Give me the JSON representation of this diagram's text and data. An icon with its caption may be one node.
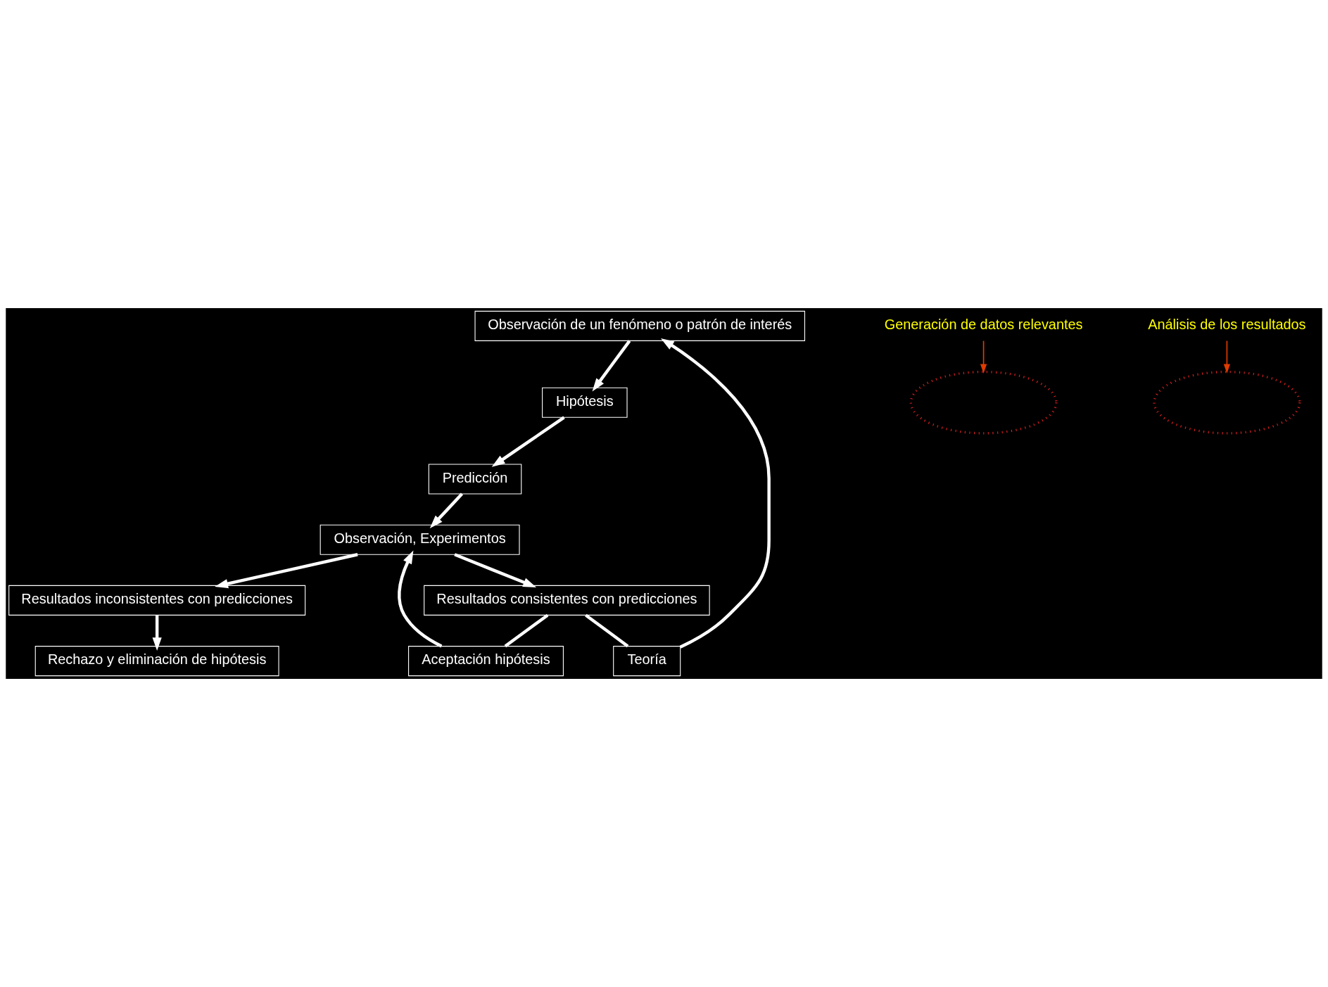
{
  "diagram": {
    "nodes": [
      {
        "text": [
          "Observación de un fenómeno o patrón de interés"
        ]
      },
      {
        "text": [
          "Generación de datos relevantes"
        ]
      },
      {
        "text": [
          "Hipótesis"
        ]
      },
      {
        "text": [
          "Análisis de los resultados"
        ]
      },
      {
        "text": [
          "Predicción"
        ]
      },
      {
        "text": [
          "Teoría"
        ]
      },
      {
        "text": [],
        "shape": "ellipse"
      },
      {
        "text": [
          "Observación, Experimentos"
        ]
      },
      {
        "text": [
          "Rechazo y eliminación de hipótesis"
        ]
      },
      {
        "text": [
          "Aceptación hipótesis"
        ]
      },
      {
        "text": [],
        "shape": "ellipse"
      },
      {
        "text": [
          "Resultados inconsistentes con predicciones"
        ]
      },
      {
        "text": [
          "Resultados consistentes con predicciones"
        ]
      }
    ],
    "edges": [
      {
        "from": 0,
        "to": 2,
        "arrow": "to"
      },
      {
        "from": 2,
        "to": 4,
        "arrow": "to"
      },
      {
        "from": 4,
        "to": 7,
        "arrow": "to"
      },
      {
        "from": 7,
        "to": 11,
        "arrow": "to"
      },
      {
        "from": 7,
        "to": 12,
        "arrow": "to"
      },
      {
        "from": 11,
        "to": 8,
        "arrow": "to"
      },
      {
        "from": 12,
        "to": 9,
        "arrow": "none"
      },
      {
        "from": 9,
        "to": 7,
        "arrow": "to"
      },
      {
        "from": 12,
        "to": 5,
        "arrow": "none"
      },
      {
        "from": 5,
        "to": 0,
        "arrow": "to"
      },
      {
        "from": 1,
        "to": 6,
        "arrow": "to",
        "color": "#e03c00"
      },
      {
        "from": 3,
        "to": 10,
        "arrow": "to",
        "color": "#e03c00"
      }
    ]
  }
}
